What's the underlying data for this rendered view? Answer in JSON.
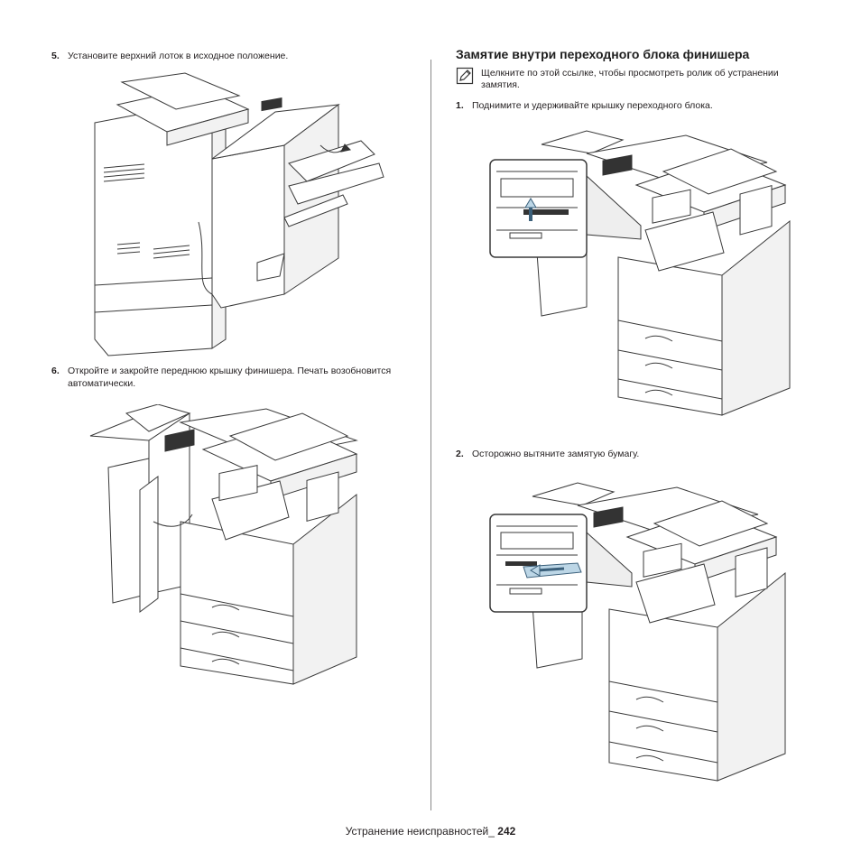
{
  "steps_left": [
    {
      "num": "5.",
      "text": "Установите верхний лоток в исходное положение."
    },
    {
      "num": "6.",
      "text": "Откройте и закройте переднюю крышку финишера. Печать возобновится автоматически."
    }
  ],
  "section": {
    "title": "Замятие внутри переходного блока финишера",
    "note": "Щелкните по этой ссылке, чтобы просмотреть ролик об устранении замятия.",
    "note_icon": "note-pencil-icon"
  },
  "steps_right": [
    {
      "num": "1.",
      "text": "Поднимите и удерживайте крышку переходного блока."
    },
    {
      "num": "2.",
      "text": "Осторожно вытяните замятую бумагу."
    }
  ],
  "footer": {
    "section_name": "Устранение неисправностей_",
    "page_number": "242"
  },
  "colors": {
    "text": "#231f20",
    "divider": "#888888",
    "highlight": "#bcd6e6"
  }
}
